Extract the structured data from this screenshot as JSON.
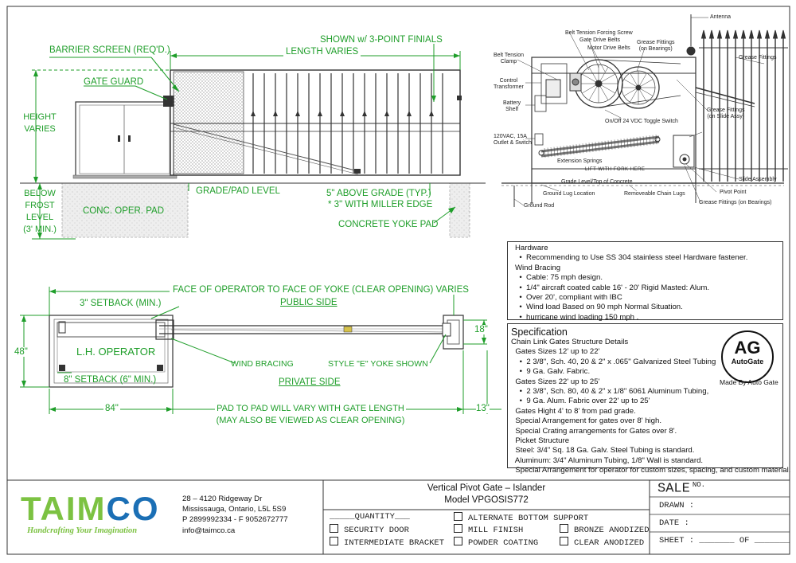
{
  "elevation": {
    "barrier_screen": "BARRIER SCREEN (REQ'D.)",
    "gate_guard": "GATE GUARD",
    "shown_finials": "SHOWN w/ 3-POINT FINIALS",
    "length_varies": "LENGTH VARIES",
    "height": "HEIGHT",
    "varies": "VARIES",
    "below": "BELOW",
    "frost": "FROST",
    "level": "LEVEL",
    "three_min": "(3' MIN.)",
    "grade_pad": "GRADE/PAD LEVEL",
    "conc_pad": "CONC. OPER. PAD",
    "five_above": "5\" ABOVE GRADE (TYP.)",
    "three_miller": "* 3\" WITH MILLER EDGE",
    "yoke_pad": "CONCRETE YOKE PAD"
  },
  "plan": {
    "face_to_face": "FACE OF OPERATOR TO FACE OF YOKE (CLEAR OPENING) VARIES",
    "public_side": "PUBLIC SIDE",
    "setback_3": "3\" SETBACK (MIN.)",
    "dim_48": "48\"",
    "dim_18": "18\"",
    "lh_operator": "L.H. OPERATOR",
    "wind_bracing": "WIND BRACING",
    "style_e": "STYLE \"E\" YOKE SHOWN",
    "setback_8": "8\" SETBACK (6\" MIN.)",
    "private_side": "PRIVATE SIDE",
    "dim_84": "84\"",
    "pad_to_pad_1": "PAD TO PAD WILL VARY WITH GATE LENGTH",
    "pad_to_pad_2": "(MAY ALSO BE VIEWED AS CLEAR OPENING)",
    "dim_13": "13\""
  },
  "detail": {
    "antenna": "Antenna",
    "belt_tension_screw": "Belt Tension Forcing Screw",
    "gate_drive_belts": "Gate Drive Belts",
    "motor_drive_belts": "Motor Drive Belts",
    "grease_fittings_bearings_top": "Grease Fittings",
    "grease_on_bearings": "(on Bearings)",
    "belt_tension_clamp": "Belt Tension",
    "clamp": "Clamp",
    "grease_fittings_right": "Grease Fittings",
    "control": "Control",
    "transformer": "Transformer",
    "battery": "Battery",
    "shelf": "Shelf",
    "toggle": "On/Off 24 VDC Toggle Switch",
    "grease_slide_1": "Grease Fittings",
    "grease_slide_2": "(on Slide Assy)",
    "vac_1": "120VAC, 15A",
    "vac_2": "Outlet & Switch",
    "ext_springs": "Extension Springs",
    "lift_fork": "LIFT WITH FORK HERE",
    "slide_assembly": "Slide Assembly",
    "grade_top_concrete": "Grade Level/Top of Concrete",
    "ground_lug": "Ground Lug Location",
    "chain_lugs": "Removeable Chain Lugs",
    "pivot_point": "Pivot Point",
    "grease_bearings_bottom": "Grease Fittings (on Bearings)",
    "ground_rod": "Ground Rod"
  },
  "hardware": {
    "lines": [
      "Hardware",
      "  •  Recommending to Use SS 304 stainless steel Hardware fastener.",
      "Wind Bracing",
      "  •  Cable: 75 mph design.",
      "  •  1/4\" aircraft coated cable 16' - 20' Rigid Masted: Alum.",
      "  •  Over 20', compliant with IBC",
      "  •  Wind load Based on 90 mph Normal Situation.",
      "  •  hurricane wind loading 150 mph ."
    ]
  },
  "specification": {
    "title": "Specification",
    "lines": [
      "Chain Link Gates Structure Details",
      "  Gates Sizes 12' up to 22'",
      "    •  2 3/8\", Sch. 40, 20 & 2\" x .065\" Galvanized Steel Tubing",
      "    •  9 Ga. Galv. Fabric.",
      "  Gates Sizes 22' up to 25'",
      "    •  2 3/8\", Sch. 80, 40 & 2\" x 1/8\" 6061 Aluminum Tubing,",
      "    •  9 Ga. Alum. Fabric over 22' up to 25'",
      "  Gates Hight 4' to 8' from pad grade.",
      "  Special Arrangement for gates over 8' high.",
      "  Special Crating arrangements for Gates over 8'.",
      "  Picket Structure",
      "  Steel: 3/4\" Sq. 18 Ga. Galv. Steel Tubing is standard.",
      "  Aluminum: 3/4\" Aluminum Tubing, 1/8\" Wall is standard.",
      "  Special Arrangement for operator for custom sizes, spacing, and custom material."
    ],
    "badge_ag": "AG",
    "badge_name": "AutoGate",
    "made_by": "Made By Auto Gate"
  },
  "title_block": {
    "logo": "TAIMCO",
    "tagline": "Handcrafting Your Imagination",
    "address_1": "28 – 4120 Ridgeway Dr",
    "address_2": "Mississauga, Ontario, L5L 5S9",
    "phone": "P 2899992334 - F 9052672777",
    "email": "info@taimco.ca",
    "product_1": "Vertical Pivot Gate – Islander",
    "product_2": "Model VPGOSIS772",
    "quantity": "QUANTITY",
    "security_door": "SECURITY DOOR",
    "intermediate_bracket": "INTERMEDIATE BRACKET",
    "alt_bottom": "ALTERNATE BOTTOM SUPPORT",
    "mill_finish": "MILL FINISH",
    "powder_coating": "POWDER COATING",
    "bronze": "BRONZE ANODIZED",
    "clear": "CLEAR ANODIZED",
    "sale": "SALE",
    "sale_no": "NO.",
    "drawn": "DRAWN :",
    "date": "DATE :",
    "sheet": "SHEET :",
    "of": "OF"
  },
  "colors": {
    "green": "#1f9e2a",
    "logo_green": "#7cc242",
    "logo_blue": "#1b6fb5"
  }
}
